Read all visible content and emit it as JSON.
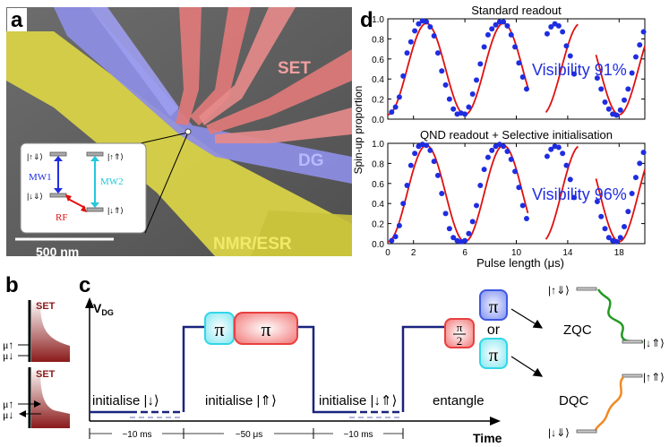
{
  "panel_a": {
    "letter": "a",
    "labels": {
      "set": "SET",
      "dg": "DG",
      "nmr": "NMR/ESR"
    },
    "scalebar": "500 nm",
    "inset": {
      "states": [
        "|↑⇓⟩",
        "|↑⇑⟩",
        "|↓⇓⟩",
        "|↓⇑⟩"
      ],
      "mw1": "MW1",
      "mw2": "MW2",
      "rf": "RF"
    }
  },
  "panel_b": {
    "letter": "b",
    "set_label": "SET",
    "mu_up": "μ↑",
    "mu_down": "μ↓"
  },
  "panel_c": {
    "letter": "c",
    "ylabel": "V",
    "ylabel_sub": "DG",
    "xlabel": "Time",
    "pi": "π",
    "half_pi_num": "π",
    "half_pi_den": "2",
    "or": "or",
    "phases": [
      "initialise |↓⟩",
      "initialise |⇑⟩",
      "initialise |↓⇑⟩",
      "entangle"
    ],
    "durations": [
      "~10 ms",
      "~50 μs",
      "~10 ms"
    ],
    "zqc": "ZQC",
    "dqc": "DQC",
    "states": [
      "|↑⇓⟩",
      "|↓⇑⟩",
      "|↑⇑⟩",
      "|↓⇓⟩"
    ]
  },
  "panel_d": {
    "letter": "d",
    "ylabel": "Spin-up proportion",
    "xlabel": "Pulse length (μs)",
    "chart_data": [
      {
        "type": "scatter",
        "title": "Standard readout",
        "annotation": "Visibility 91%",
        "xlim": [
          0,
          20
        ],
        "ylim": [
          0,
          1
        ],
        "xticks": [
          0,
          2,
          6,
          10,
          14,
          18
        ],
        "yticks": [
          0,
          0.2,
          0.4,
          0.6,
          0.8,
          1.0
        ],
        "fit_period_us": 6.0,
        "fit_min": 0.045,
        "fit_max": 0.955,
        "segments": [
          [
            0,
            10.9
          ],
          [
            12.3,
            14.8
          ],
          [
            16.2,
            20
          ]
        ],
        "x": [
          0.3,
          0.6,
          0.9,
          1.2,
          1.5,
          1.8,
          2.1,
          2.4,
          2.7,
          3.0,
          3.3,
          3.6,
          3.9,
          4.2,
          4.5,
          4.8,
          5.1,
          5.4,
          5.7,
          6.0,
          6.3,
          6.6,
          6.9,
          7.2,
          7.5,
          7.8,
          8.1,
          8.4,
          8.7,
          9.0,
          9.3,
          9.6,
          9.9,
          10.2,
          10.5,
          10.8,
          12.4,
          12.7,
          13.0,
          13.3,
          13.6,
          13.9,
          14.2,
          14.5,
          16.3,
          16.6,
          16.9,
          17.2,
          17.5,
          17.8,
          18.1,
          18.4,
          18.7,
          19.0,
          19.3,
          19.6,
          19.9
        ],
        "y": [
          0.07,
          0.12,
          0.22,
          0.43,
          0.66,
          0.77,
          0.88,
          0.95,
          0.98,
          0.97,
          0.92,
          0.83,
          0.66,
          0.48,
          0.34,
          0.2,
          0.1,
          0.05,
          0.06,
          0.05,
          0.12,
          0.25,
          0.39,
          0.55,
          0.72,
          0.84,
          0.9,
          0.94,
          0.97,
          0.97,
          0.93,
          0.84,
          0.72,
          0.56,
          0.42,
          0.3,
          0.85,
          0.92,
          0.95,
          0.93,
          0.87,
          0.73,
          0.63,
          0.45,
          0.41,
          0.3,
          0.17,
          0.1,
          0.05,
          0.04,
          0.09,
          0.19,
          0.3,
          0.46,
          0.62,
          0.74,
          0.87
        ]
      },
      {
        "type": "scatter",
        "title": "QND readout + Selective initialisation",
        "annotation": "Visibility 96%",
        "xlim": [
          0,
          20
        ],
        "ylim": [
          0,
          1
        ],
        "xticks": [
          0,
          2,
          6,
          10,
          14,
          18
        ],
        "yticks": [
          0,
          0.2,
          0.4,
          0.6,
          0.8,
          1.0
        ],
        "fit_period_us": 6.0,
        "fit_min": 0.02,
        "fit_max": 0.98,
        "segments": [
          [
            0,
            10.9
          ],
          [
            12.3,
            14.8
          ],
          [
            16.2,
            20
          ]
        ],
        "x": [
          0.3,
          0.6,
          0.9,
          1.2,
          1.5,
          1.8,
          2.1,
          2.4,
          2.7,
          3.0,
          3.3,
          3.6,
          3.9,
          4.2,
          4.5,
          4.8,
          5.1,
          5.4,
          5.7,
          6.0,
          6.3,
          6.6,
          6.9,
          7.2,
          7.5,
          7.8,
          8.1,
          8.4,
          8.7,
          9.0,
          9.3,
          9.6,
          9.9,
          10.2,
          10.5,
          10.8,
          12.4,
          12.7,
          13.0,
          13.3,
          13.6,
          13.9,
          14.2,
          14.5,
          16.3,
          16.6,
          16.9,
          17.2,
          17.5,
          17.8,
          18.1,
          18.4,
          18.7,
          19.0,
          19.3,
          19.6,
          19.9
        ],
        "y": [
          0.03,
          0.07,
          0.18,
          0.4,
          0.58,
          0.78,
          0.9,
          0.97,
          0.99,
          0.98,
          0.93,
          0.82,
          0.68,
          0.5,
          0.3,
          0.15,
          0.06,
          0.03,
          0.02,
          0.03,
          0.1,
          0.22,
          0.38,
          0.58,
          0.74,
          0.86,
          0.93,
          0.97,
          0.99,
          0.97,
          0.92,
          0.84,
          0.72,
          0.56,
          0.38,
          0.25,
          0.87,
          0.94,
          0.97,
          0.96,
          0.9,
          0.78,
          0.64,
          0.46,
          0.42,
          0.27,
          0.15,
          0.06,
          0.03,
          0.02,
          0.06,
          0.17,
          0.32,
          0.5,
          0.66,
          0.8,
          0.91
        ]
      }
    ]
  },
  "colors": {
    "set": "#e07a7a",
    "dg": "#8e8ee6",
    "nmr": "#d8d248",
    "navy": "#1a237e",
    "fit": "#e01010",
    "dot": "#1f2de0",
    "cyan": "#33d6e8",
    "red": "#e84040",
    "blue": "#3f58e0",
    "green": "#239a23",
    "orange": "#f08a24",
    "darkred": "#8b1a1a"
  }
}
